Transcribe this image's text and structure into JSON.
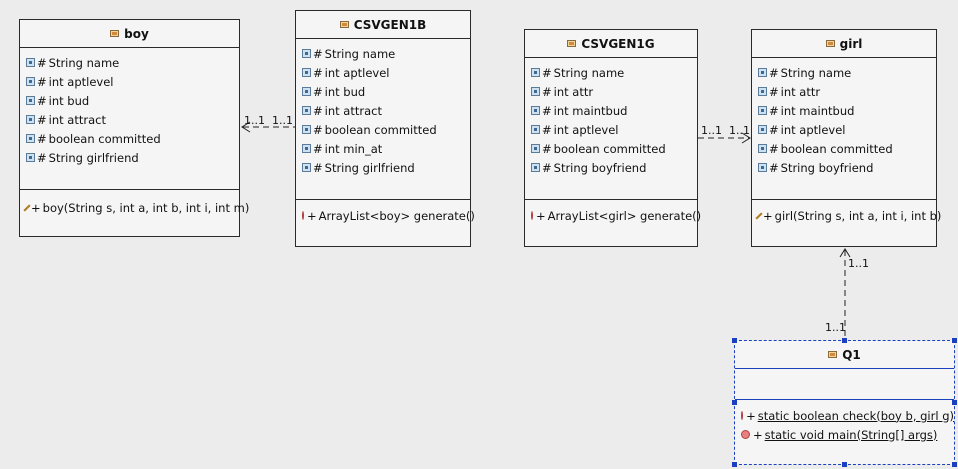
{
  "classes": {
    "boy": {
      "name": "boy",
      "attributes": [
        "String name",
        "int aptlevel",
        "int bud",
        "int attract",
        "boolean committed",
        "String girlfriend"
      ],
      "operations": [
        "boy(String s, int a, int b, int i, int m)"
      ]
    },
    "csvgen1b": {
      "name": "CSVGEN1B",
      "attributes": [
        "String name",
        "int aptlevel",
        "int bud",
        "int attract",
        "boolean committed",
        "int min_at",
        "String girlfriend"
      ],
      "operations": [
        "ArrayList<boy> generate()"
      ]
    },
    "csvgen1g": {
      "name": "CSVGEN1G",
      "attributes": [
        "String name",
        "int attr",
        "int maintbud",
        "int aptlevel",
        "boolean committed",
        "String boyfriend"
      ],
      "operations": [
        "ArrayList<girl> generate()"
      ]
    },
    "girl": {
      "name": "girl",
      "attributes": [
        "String name",
        "int attr",
        "int maintbud",
        "int aptlevel",
        "boolean committed",
        "String boyfriend"
      ],
      "operations": [
        "girl(String s, int a, int i, int b)"
      ]
    },
    "q1": {
      "name": "Q1",
      "attributes": [],
      "operations": [
        "static boolean check(boy b, girl g)",
        "static void main(String[] args)"
      ]
    }
  },
  "symbols": {
    "protected": "#",
    "public": "+"
  },
  "associations": [
    {
      "from": "CSVGEN1B",
      "to": "boy",
      "from_mult": "1..1",
      "to_mult": "1..1"
    },
    {
      "from": "CSVGEN1G",
      "to": "girl",
      "from_mult": "1..1",
      "to_mult": "1..1"
    },
    {
      "from": "Q1",
      "to": "girl",
      "from_mult": "1..1",
      "to_mult": "1..1"
    }
  ]
}
